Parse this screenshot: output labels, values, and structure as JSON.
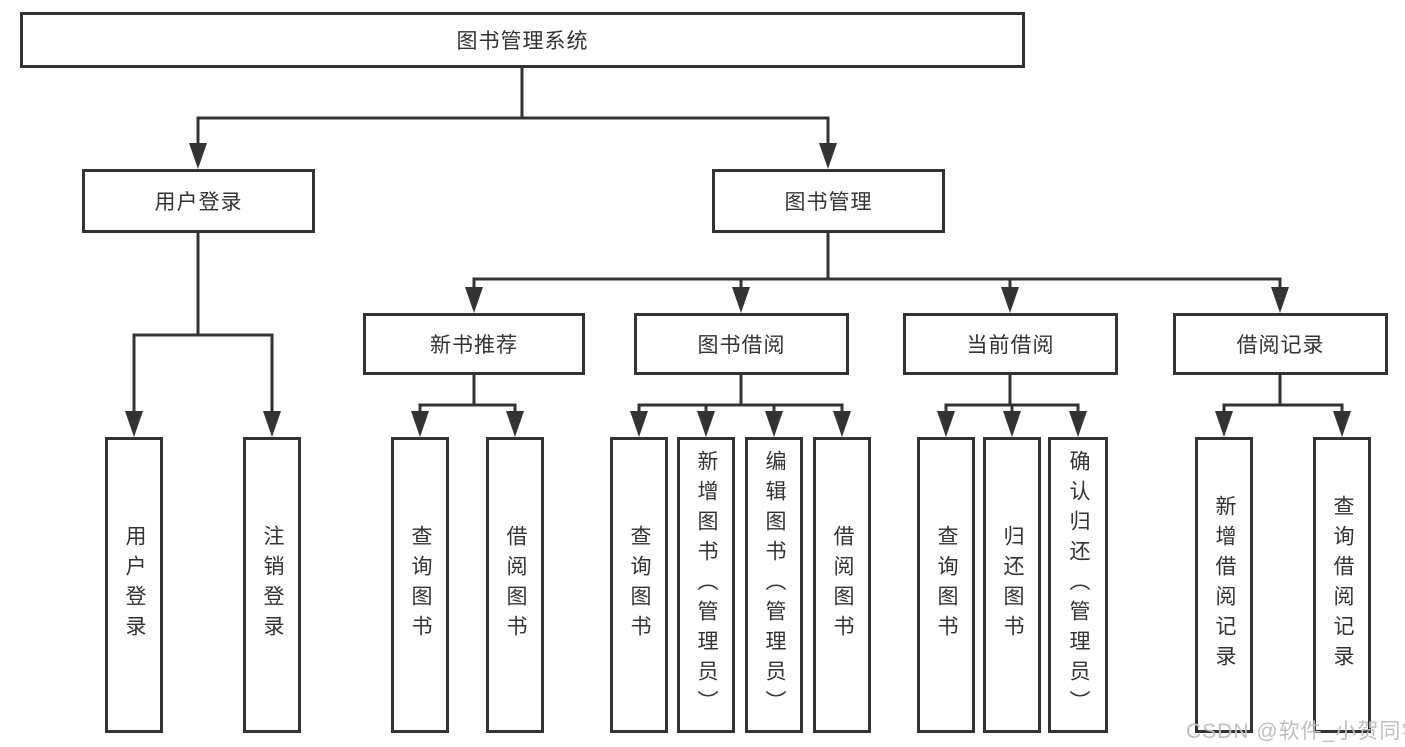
{
  "diagram": {
    "title": "图书管理系统",
    "root": {
      "label": "图书管理系统"
    },
    "level2": [
      {
        "label": "用户登录"
      },
      {
        "label": "图书管理"
      }
    ],
    "level3": [
      {
        "label": "新书推荐"
      },
      {
        "label": "图书借阅"
      },
      {
        "label": "当前借阅"
      },
      {
        "label": "借阅记录"
      }
    ],
    "leaves": {
      "user_login": [
        "用户登录",
        "注销登录"
      ],
      "new_books": [
        "查询图书",
        "借阅图书"
      ],
      "book_borrow": [
        "查询图书",
        "新增图书（管理员）",
        "编辑图书（管理员）",
        "借阅图书"
      ],
      "current_borrow": [
        "查询图书",
        "归还图书",
        "确认归还（管理员）"
      ],
      "borrow_records": [
        "新增借阅记录",
        "查询借阅记录"
      ]
    }
  },
  "watermark": "CSDN @软件_小贺同学",
  "colors": {
    "line": "#333333",
    "text": "#333333",
    "watermark": "#c0c0c0",
    "bg": "#ffffff"
  }
}
